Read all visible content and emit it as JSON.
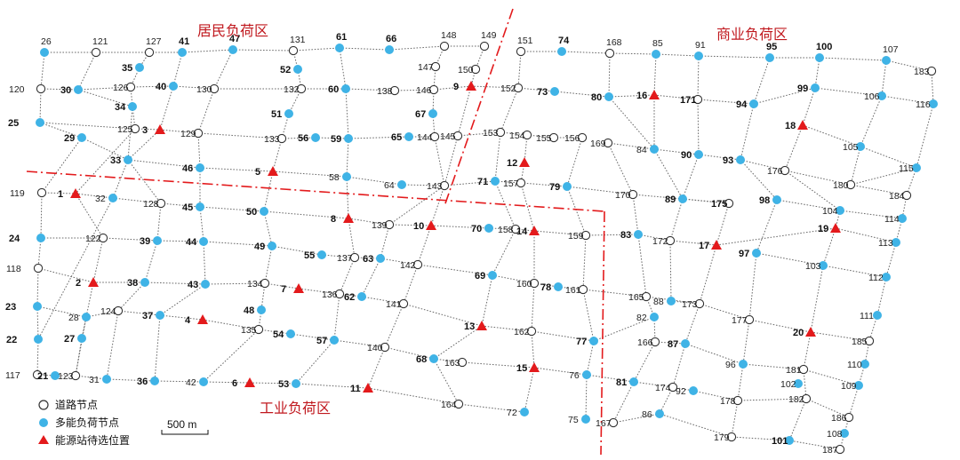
{
  "zones": [
    {
      "name": "居民负荷区"
    },
    {
      "name": "商业负荷区"
    },
    {
      "name": "工业负荷区"
    }
  ],
  "legend": {
    "road_node": "道路节点",
    "load_node": "多能负荷节点",
    "candidate": "能源站待选位置"
  },
  "scale_label": "500 m",
  "colors": {
    "road_node": "#ffffff",
    "load_node": "#3fb3e6",
    "candidate": "#e31a1c",
    "boundary": "#e31a1c",
    "edge": "#555555"
  },
  "node_labels": {
    "1": "1",
    "2": "2",
    "3": "3",
    "4": "4",
    "5": "5",
    "6": "6",
    "7": "7",
    "8": "8",
    "9": "9",
    "10": "10",
    "11": "11",
    "12": "12",
    "13": "13",
    "14": "14",
    "15": "15",
    "16": "16",
    "17": "17",
    "18": "18",
    "19": "19",
    "20": "20",
    "21": "21",
    "22": "22",
    "23": "23",
    "24": "24",
    "25": "25",
    "26": "26",
    "27": "27",
    "28": "28",
    "29": "29",
    "30": "30",
    "31": "31",
    "32": "32",
    "33": "33",
    "34": "34",
    "35": "35",
    "36": "36",
    "37": "37",
    "38": "38",
    "39": "39",
    "40": "40",
    "41": "41",
    "42": "42",
    "43": "43",
    "44": "44",
    "45": "45",
    "46": "46",
    "47": "47",
    "48": "48",
    "49": "49",
    "50": "50",
    "51": "51",
    "52": "52",
    "53": "53",
    "54": "54",
    "55": "55",
    "56": "56",
    "57": "57",
    "58": "58",
    "59": "59",
    "60": "60",
    "61": "61",
    "62": "62",
    "63": "63",
    "64": "64",
    "65": "65",
    "66": "66",
    "67": "67",
    "68": "68",
    "69": "69",
    "70": "70",
    "71": "71",
    "72": "72",
    "73": "73",
    "74": "74",
    "75": "75",
    "76": "76",
    "77": "77",
    "78": "78",
    "79": "79",
    "80": "80",
    "81": "81",
    "82": "82",
    "83": "83",
    "84": "84",
    "85": "85",
    "86": "86",
    "87": "87",
    "88": "88",
    "89": "89",
    "90": "90",
    "91": "91",
    "92": "92",
    "93": "93",
    "94": "94",
    "95": "95",
    "96": "96",
    "97": "97",
    "98": "98",
    "99": "99",
    "100": "100",
    "101": "101",
    "102": "102",
    "103": "103",
    "104": "104",
    "105": "105",
    "106": "106",
    "107": "107",
    "108": "108",
    "109": "109",
    "110": "110",
    "111": "111",
    "112": "112",
    "113": "113",
    "114": "114",
    "115": "115",
    "116": "116",
    "117": "117",
    "118": "118",
    "119": "119",
    "120": "120",
    "121": "121",
    "122": "122",
    "123": "123",
    "124": "124",
    "125": "125",
    "126": "126",
    "127": "127",
    "128": "128",
    "129": "129",
    "130": "130",
    "131": "131",
    "132": "132",
    "133": "133",
    "134": "134",
    "135": "135",
    "136": "136",
    "137": "137",
    "138": "138",
    "139": "139",
    "140": "140",
    "141": "141",
    "142": "142",
    "143": "143",
    "144": "144",
    "145": "145",
    "146": "146",
    "147": "147",
    "148": "148",
    "149": "149",
    "150": "150",
    "151": "151",
    "152": "152",
    "153": "153",
    "154": "154",
    "155": "155",
    "156": "156",
    "157": "157",
    "158": "158",
    "159": "159",
    "160": "160",
    "161": "161",
    "162": "162",
    "163": "163",
    "164": "164",
    "165": "165",
    "166": "166",
    "167": "167",
    "168": "168",
    "169": "169",
    "170": "170",
    "171": "171",
    "172": "172",
    "173": "173",
    "174": "174",
    "175": "175",
    "176": "176",
    "177": "177",
    "178": "178",
    "179": "179",
    "180": "180",
    "181": "181",
    "182": "182",
    "183": "183",
    "184": "184",
    "185": "185",
    "186": "186",
    "187": "187"
  },
  "network": {
    "candidates": [
      1,
      2,
      3,
      4,
      5,
      6,
      7,
      8,
      9,
      10,
      11,
      12,
      13,
      14,
      15,
      16,
      17,
      18,
      19,
      20
    ],
    "load_nodes": [
      21,
      22,
      23,
      24,
      25,
      26,
      27,
      28,
      29,
      30,
      31,
      32,
      33,
      34,
      35,
      36,
      37,
      38,
      39,
      40,
      41,
      42,
      43,
      44,
      45,
      46,
      47,
      48,
      49,
      50,
      51,
      52,
      53,
      54,
      55,
      56,
      57,
      58,
      59,
      60,
      61,
      62,
      63,
      64,
      65,
      66,
      67,
      68,
      69,
      70,
      71,
      72,
      73,
      74,
      75,
      76,
      77,
      78,
      79,
      80,
      81,
      82,
      83,
      84,
      85,
      86,
      87,
      88,
      89,
      90,
      91,
      92,
      93,
      94,
      95,
      96,
      97,
      98,
      99,
      100,
      101,
      102,
      103,
      104,
      105,
      106,
      107,
      108,
      109,
      110,
      111,
      112,
      113,
      114,
      115,
      116
    ],
    "road_nodes": [
      117,
      118,
      119,
      120,
      121,
      122,
      123,
      124,
      125,
      126,
      127,
      128,
      129,
      130,
      131,
      132,
      133,
      134,
      135,
      136,
      137,
      138,
      139,
      140,
      141,
      142,
      143,
      144,
      145,
      146,
      147,
      148,
      149,
      150,
      151,
      152,
      153,
      154,
      155,
      156,
      157,
      158,
      159,
      160,
      161,
      162,
      163,
      164,
      165,
      166,
      167,
      168,
      169,
      170,
      171,
      172,
      173,
      174,
      175,
      176,
      177,
      178,
      179,
      180,
      181,
      182,
      183,
      184,
      185,
      186,
      187
    ],
    "bold_labels": [
      23,
      24,
      25,
      29,
      30,
      34,
      36,
      37,
      49,
      50,
      51,
      52,
      53,
      54,
      55,
      56,
      57,
      59,
      60,
      61,
      62,
      63,
      65,
      66,
      67,
      68,
      69,
      70,
      71,
      73,
      74,
      77,
      78,
      79,
      80,
      81,
      83,
      87,
      89,
      90,
      93,
      94,
      95,
      97,
      98,
      99,
      100,
      101,
      16,
      17,
      18,
      171,
      175,
      1,
      2,
      3,
      4,
      5,
      6,
      7,
      8,
      9,
      10,
      11,
      12,
      13,
      14,
      15,
      19,
      20,
      21,
      22,
      27,
      33,
      35,
      38,
      39,
      40,
      41,
      43,
      44,
      45,
      46,
      47,
      48
    ],
    "edges": [
      [
        26,
        121
      ],
      [
        121,
        127
      ],
      [
        127,
        41
      ],
      [
        41,
        47
      ],
      [
        47,
        131
      ],
      [
        131,
        61
      ],
      [
        61,
        66
      ],
      [
        66,
        148
      ],
      [
        148,
        149
      ],
      [
        120,
        30
      ],
      [
        30,
        126
      ],
      [
        126,
        40
      ],
      [
        40,
        130
      ],
      [
        130,
        132
      ],
      [
        132,
        60
      ],
      [
        60,
        138
      ],
      [
        138,
        146
      ],
      [
        146,
        9
      ],
      [
        9,
        152
      ],
      [
        152,
        73
      ],
      [
        73,
        80
      ],
      [
        80,
        16
      ],
      [
        16,
        171
      ],
      [
        171,
        94
      ],
      [
        94,
        99
      ],
      [
        99,
        106
      ],
      [
        106,
        116
      ],
      [
        151,
        74
      ],
      [
        74,
        168
      ],
      [
        168,
        85
      ],
      [
        85,
        91
      ],
      [
        91,
        95
      ],
      [
        95,
        100
      ],
      [
        100,
        107
      ],
      [
        107,
        183
      ],
      [
        25,
        125
      ],
      [
        125,
        3
      ],
      [
        3,
        129
      ],
      [
        129,
        133
      ],
      [
        133,
        56
      ],
      [
        56,
        59
      ],
      [
        59,
        65
      ],
      [
        65,
        144
      ],
      [
        144,
        145
      ],
      [
        145,
        153
      ],
      [
        153,
        154
      ],
      [
        154,
        155
      ],
      [
        155,
        156
      ],
      [
        119,
        1
      ],
      [
        1,
        32
      ],
      [
        32,
        128
      ],
      [
        128,
        45
      ],
      [
        45,
        50
      ],
      [
        50,
        8
      ],
      [
        8,
        139
      ],
      [
        139,
        10
      ],
      [
        10,
        70
      ],
      [
        70,
        158
      ],
      [
        158,
        14
      ],
      [
        14,
        159
      ],
      [
        159,
        83
      ],
      [
        83,
        172
      ],
      [
        172,
        17
      ],
      [
        17,
        19
      ],
      [
        19,
        113
      ],
      [
        29,
        33
      ],
      [
        33,
        46
      ],
      [
        46,
        5
      ],
      [
        5,
        58
      ],
      [
        58,
        64
      ],
      [
        64,
        143
      ],
      [
        143,
        71
      ],
      [
        71,
        157
      ],
      [
        157,
        79
      ],
      [
        79,
        170
      ],
      [
        170,
        89
      ],
      [
        89,
        175
      ],
      [
        24,
        122
      ],
      [
        122,
        39
      ],
      [
        39,
        44
      ],
      [
        44,
        49
      ],
      [
        49,
        55
      ],
      [
        55,
        137
      ],
      [
        137,
        63
      ],
      [
        63,
        142
      ],
      [
        142,
        69
      ],
      [
        69,
        160
      ],
      [
        160,
        78
      ],
      [
        78,
        161
      ],
      [
        161,
        165
      ],
      [
        165,
        173
      ],
      [
        173,
        177
      ],
      [
        177,
        20
      ],
      [
        20,
        185
      ],
      [
        118,
        2
      ],
      [
        2,
        38
      ],
      [
        38,
        43
      ],
      [
        43,
        134
      ],
      [
        134,
        7
      ],
      [
        7,
        136
      ],
      [
        136,
        62
      ],
      [
        62,
        141
      ],
      [
        141,
        13
      ],
      [
        13,
        162
      ],
      [
        162,
        77
      ],
      [
        77,
        82
      ],
      [
        23,
        28
      ],
      [
        28,
        123
      ],
      [
        28,
        124
      ],
      [
        124,
        37
      ],
      [
        37,
        4
      ],
      [
        4,
        135
      ],
      [
        135,
        54
      ],
      [
        54,
        57
      ],
      [
        57,
        140
      ],
      [
        140,
        68
      ],
      [
        68,
        163
      ],
      [
        163,
        15
      ],
      [
        15,
        76
      ],
      [
        76,
        81
      ],
      [
        117,
        21
      ],
      [
        21,
        123
      ],
      [
        123,
        31
      ],
      [
        31,
        36
      ],
      [
        36,
        42
      ],
      [
        42,
        6
      ],
      [
        6,
        53
      ],
      [
        53,
        11
      ],
      [
        11,
        164
      ],
      [
        81,
        174
      ],
      [
        174,
        92
      ],
      [
        92,
        178
      ],
      [
        178,
        182
      ],
      [
        182,
        186
      ],
      [
        108,
        187
      ],
      [
        187,
        101
      ],
      [
        101,
        179
      ],
      [
        179,
        86
      ],
      [
        86,
        167
      ],
      [
        166,
        87
      ],
      [
        87,
        96
      ],
      [
        96,
        181
      ],
      [
        181,
        109
      ],
      [
        84,
        90
      ],
      [
        90,
        93
      ],
      [
        93,
        176
      ],
      [
        176,
        180
      ],
      [
        180,
        115
      ],
      [
        18,
        105
      ],
      [
        105,
        115
      ],
      [
        103,
        112
      ],
      [
        97,
        103
      ],
      [
        98,
        104
      ],
      [
        104,
        114
      ],
      [
        26,
        120
      ],
      [
        120,
        25
      ],
      [
        25,
        29
      ],
      [
        29,
        119
      ],
      [
        119,
        24
      ],
      [
        24,
        118
      ],
      [
        118,
        23
      ],
      [
        23,
        22
      ],
      [
        22,
        117
      ],
      [
        121,
        30
      ],
      [
        30,
        34
      ],
      [
        34,
        125
      ],
      [
        125,
        1
      ],
      [
        1,
        122
      ],
      [
        122,
        2
      ],
      [
        2,
        27
      ],
      [
        27,
        123
      ],
      [
        127,
        35
      ],
      [
        35,
        126
      ],
      [
        126,
        34
      ],
      [
        34,
        33
      ],
      [
        33,
        32
      ],
      [
        32,
        22
      ],
      [
        41,
        40
      ],
      [
        40,
        3
      ],
      [
        3,
        33
      ],
      [
        33,
        128
      ],
      [
        128,
        39
      ],
      [
        39,
        38
      ],
      [
        38,
        124
      ],
      [
        124,
        31
      ],
      [
        47,
        130
      ],
      [
        130,
        129
      ],
      [
        129,
        46
      ],
      [
        46,
        45
      ],
      [
        45,
        44
      ],
      [
        44,
        43
      ],
      [
        43,
        37
      ],
      [
        37,
        36
      ],
      [
        131,
        52
      ],
      [
        52,
        132
      ],
      [
        132,
        51
      ],
      [
        51,
        133
      ],
      [
        133,
        5
      ],
      [
        5,
        50
      ],
      [
        50,
        49
      ],
      [
        49,
        134
      ],
      [
        134,
        48
      ],
      [
        48,
        135
      ],
      [
        135,
        42
      ],
      [
        61,
        60
      ],
      [
        60,
        59
      ],
      [
        59,
        58
      ],
      [
        58,
        8
      ],
      [
        8,
        137
      ],
      [
        137,
        136
      ],
      [
        136,
        57
      ],
      [
        57,
        53
      ],
      [
        148,
        147
      ],
      [
        147,
        146
      ],
      [
        146,
        67
      ],
      [
        67,
        144
      ],
      [
        144,
        143
      ],
      [
        143,
        139
      ],
      [
        139,
        63
      ],
      [
        63,
        62
      ],
      [
        149,
        150
      ],
      [
        150,
        9
      ],
      [
        9,
        145
      ],
      [
        145,
        143
      ],
      [
        143,
        10
      ],
      [
        10,
        142
      ],
      [
        142,
        141
      ],
      [
        141,
        140
      ],
      [
        140,
        11
      ],
      [
        151,
        152
      ],
      [
        152,
        153
      ],
      [
        153,
        71
      ],
      [
        71,
        158
      ],
      [
        158,
        69
      ],
      [
        69,
        13
      ],
      [
        13,
        68
      ],
      [
        68,
        164
      ],
      [
        164,
        72
      ],
      [
        154,
        12
      ],
      [
        12,
        157
      ],
      [
        157,
        14
      ],
      [
        14,
        160
      ],
      [
        160,
        162
      ],
      [
        162,
        15
      ],
      [
        15,
        72
      ],
      [
        156,
        79
      ],
      [
        79,
        159
      ],
      [
        159,
        161
      ],
      [
        161,
        77
      ],
      [
        77,
        76
      ],
      [
        76,
        75
      ],
      [
        168,
        80
      ],
      [
        80,
        84
      ],
      [
        84,
        169
      ],
      [
        169,
        170
      ],
      [
        170,
        83
      ],
      [
        83,
        165
      ],
      [
        165,
        82
      ],
      [
        82,
        166
      ],
      [
        166,
        81
      ],
      [
        81,
        167
      ],
      [
        85,
        16
      ],
      [
        16,
        84
      ],
      [
        84,
        89
      ],
      [
        89,
        172
      ],
      [
        172,
        88
      ],
      [
        88,
        173
      ],
      [
        91,
        171
      ],
      [
        171,
        90
      ],
      [
        90,
        89
      ],
      [
        89,
        175
      ],
      [
        175,
        17
      ],
      [
        17,
        173
      ],
      [
        173,
        87
      ],
      [
        87,
        174
      ],
      [
        174,
        86
      ],
      [
        95,
        94
      ],
      [
        94,
        93
      ],
      [
        93,
        98
      ],
      [
        98,
        97
      ],
      [
        97,
        177
      ],
      [
        177,
        96
      ],
      [
        96,
        178
      ],
      [
        178,
        179
      ],
      [
        100,
        99
      ],
      [
        99,
        18
      ],
      [
        18,
        176
      ],
      [
        176,
        104
      ],
      [
        104,
        19
      ],
      [
        19,
        103
      ],
      [
        103,
        20
      ],
      [
        20,
        181
      ],
      [
        181,
        182
      ],
      [
        182,
        101
      ],
      [
        107,
        106
      ],
      [
        106,
        105
      ],
      [
        105,
        180
      ],
      [
        180,
        184
      ],
      [
        184,
        114
      ],
      [
        114,
        113
      ],
      [
        113,
        112
      ],
      [
        112,
        111
      ],
      [
        111,
        185
      ],
      [
        185,
        110
      ],
      [
        110,
        109
      ],
      [
        109,
        186
      ],
      [
        186,
        108
      ],
      [
        183,
        116
      ],
      [
        116,
        115
      ],
      [
        115,
        184
      ]
    ]
  }
}
